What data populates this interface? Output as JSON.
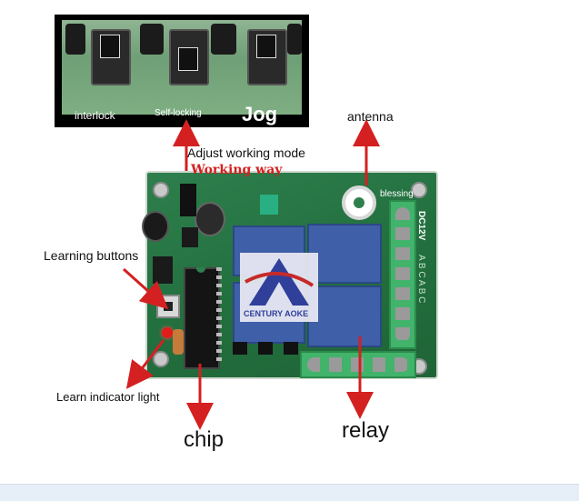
{
  "inset": {
    "labels": {
      "interlock": "interlock",
      "self_locking": "Self-locking",
      "jog": "Jog"
    }
  },
  "callouts": {
    "adjust_mode": "Adjust working mode",
    "working_way": "Working way",
    "antenna": "antenna",
    "blessing": "blessing",
    "learning_buttons": "Learning buttons",
    "learn_indicator": "Learn indicator light",
    "chip": "chip",
    "relay": "relay"
  },
  "board": {
    "voltage_label": "DC12V",
    "terminal_letters": "A B C A B C",
    "logo_text": "CENTURY AOKE"
  },
  "colors": {
    "arrow": "#d42020",
    "pcb_green": "#2e7f4d",
    "relay_blue": "#3f5fa8",
    "terminal_green": "#41b36a",
    "logo_red": "#c72a2a",
    "logo_blue": "#2f3f9a"
  }
}
